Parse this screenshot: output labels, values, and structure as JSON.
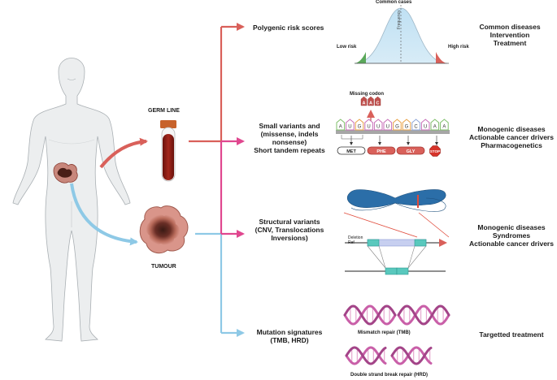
{
  "left": {
    "germ_line": "GERM LINE",
    "tumour": "TUMOUR"
  },
  "rows": [
    {
      "category": "Polygenic risk scores",
      "outcome": "Common diseases\nIntervention\nTreatment"
    },
    {
      "category": "Small variants and\n(missense, indels\nnonsense)\nShort tandem repeats",
      "outcome": "Monogenic diseases\nActionable cancer drivers\nPharmacogenetics"
    },
    {
      "category": "Structural variants\n(CNV, Translocations\nInversions)",
      "outcome": "Monogenic diseases\nSyndromes\nActionable cancer drivers"
    },
    {
      "category": "Mutation signatures\n(TMB, HRD)",
      "outcome": "Targetted treatment"
    }
  ],
  "curve": {
    "title": "Common cases",
    "low": "Low risk",
    "high": "High risk",
    "axis": "Frequency"
  },
  "codons": {
    "missing": "Missing codon",
    "deleted_bases": [
      "A",
      "A",
      "C"
    ],
    "bases": [
      "A",
      "U",
      "G",
      "U",
      "U",
      "U",
      "G",
      "G",
      "C",
      "U",
      "A",
      "A"
    ],
    "base_colors": [
      "#7fbf6a",
      "#c86fb8",
      "#e9a247",
      "#c86fb8",
      "#c86fb8",
      "#c86fb8",
      "#e9a247",
      "#e9a247",
      "#8ea6d8",
      "#c86fb8",
      "#7fbf6a",
      "#7fbf6a"
    ],
    "aminos": [
      "MET",
      "PHE",
      "GLY",
      "STOP"
    ]
  },
  "sv": {
    "deletion": "Deletion",
    "ref": "Ref"
  },
  "signatures": {
    "mmr": "Mismatch repair (TMB)",
    "hrd": "Double strand break repair (HRD)"
  },
  "colors": {
    "red": "#d9605a",
    "pink": "#e0478f",
    "blue": "#8ec9e6",
    "blood": "#8a1a12",
    "skin": "#eceeef",
    "dna_pink": "#c95fa8"
  }
}
